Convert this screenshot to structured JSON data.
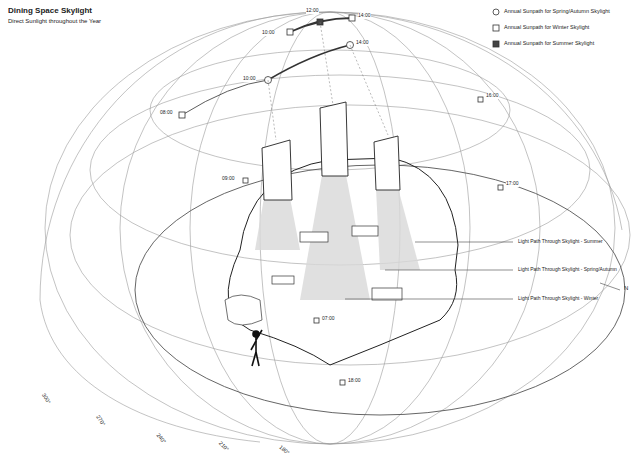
{
  "diagram": {
    "title": "Dining Space Skylight",
    "labels": [
      "Direct Sunlight throughout the Year",
      "10:00",
      "12:00",
      "14:00",
      "10:00",
      "14:00",
      "08:00",
      "16:00",
      "09:00",
      "17:00",
      "07:00",
      "18:00",
      "Light Path Through Skylight - Summer",
      "Light Path Through Skylight - Spring/Autumn",
      "Light Path Through Skylight - Winter",
      "300°",
      "270°",
      "240°",
      "210°",
      "180°",
      "N"
    ],
    "legend": [
      {
        "text": "Annual Sunpath for Spring/Autumn Skylight"
      },
      {
        "text": "Annual Sunpath for Winter Skylight"
      },
      {
        "text": "Annual Sunpath for Summer Skylight"
      }
    ]
  }
}
